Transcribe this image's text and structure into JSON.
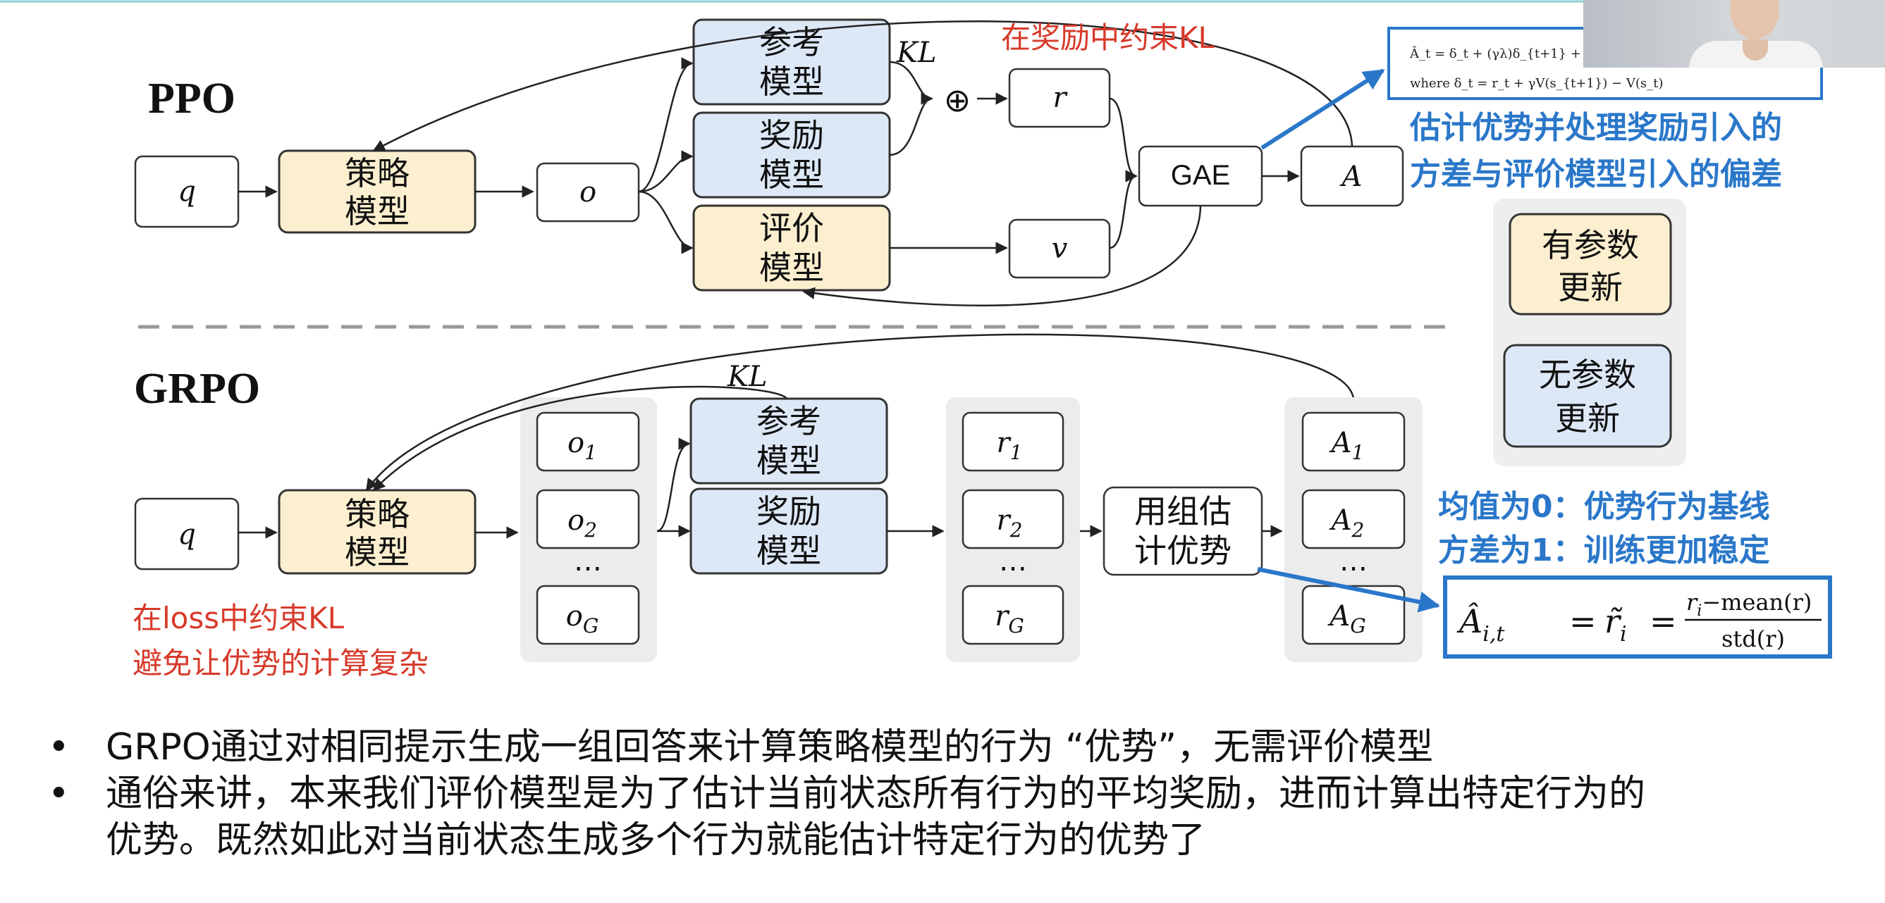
{
  "sections": {
    "ppo": "PPO",
    "grpo": "GRPO"
  },
  "ppo": {
    "q": "q",
    "policy": [
      "策略",
      "模型"
    ],
    "o": "o",
    "ref": [
      "参考",
      "模型"
    ],
    "reward": [
      "奖励",
      "模型"
    ],
    "critic": [
      "评价",
      "模型"
    ],
    "kl": "KL",
    "plus": "⊕",
    "r": "r",
    "v": "v",
    "gae": "GAE",
    "A": "A",
    "kl_note": "在奖励中约束KL"
  },
  "gae_formula": {
    "line1": "Â_t = δ_t + (γλ)δ_{t+1} + …",
    "line2": "where   δ_t = r_t + γV(s_{t+1}) − V(s_t)"
  },
  "gae_note": [
    "估计优势并处理奖励引入的",
    "方差与评价模型引入的偏差"
  ],
  "legend": {
    "trained": [
      "有参数",
      "更新"
    ],
    "frozen": [
      "无参数",
      "更新"
    ]
  },
  "grpo": {
    "q": "q",
    "policy": [
      "策略",
      "模型"
    ],
    "outputs": {
      "o1": "o",
      "o1_sub": "1",
      "o2": "o",
      "o2_sub": "2",
      "oG": "o",
      "oG_sub": "G"
    },
    "ellipsis": "…",
    "ref": [
      "参考",
      "模型"
    ],
    "reward": [
      "奖励",
      "模型"
    ],
    "kl": "KL",
    "rewards": {
      "r1": "r",
      "r1_sub": "1",
      "r2": "r",
      "r2_sub": "2",
      "rG": "r",
      "rG_sub": "G"
    },
    "group": [
      "用组估",
      "计优势"
    ],
    "advantages": {
      "A1": "A",
      "A1_sub": "1",
      "A2": "A",
      "A2_sub": "2",
      "AG": "A",
      "AG_sub": "G"
    },
    "loss_note": [
      "在loss中约束KL",
      "避免让优势的计算复杂"
    ],
    "stats_note": [
      "均值为0：优势行为基线",
      "方差为1：训练更加稳定"
    ],
    "formula": {
      "lhs": "Â",
      "lhs_sub": "i,t",
      "eq": "=",
      "mid": "r̃",
      "mid_sub": "i",
      "num": "r",
      "num_sub": "i",
      "num_rest": "−mean(r)",
      "den": "std(r)"
    }
  },
  "bullets": [
    "GRPO通过对相同提示生成一组回答来计算策略模型的行为 “优势”，无需评价模型",
    "通俗来讲，本来我们评价模型是为了估计当前状态所有行为的平均奖励，进而计算出特定行为的优势。既然如此对当前状态生成多个行为就能估计特定行为的优势了"
  ],
  "bullet_mark": "•",
  "colors": {
    "yellow": "#fcefcf",
    "blue": "#dde8f7",
    "red": "#d73a2a",
    "accent_blue": "#2a77c9"
  }
}
